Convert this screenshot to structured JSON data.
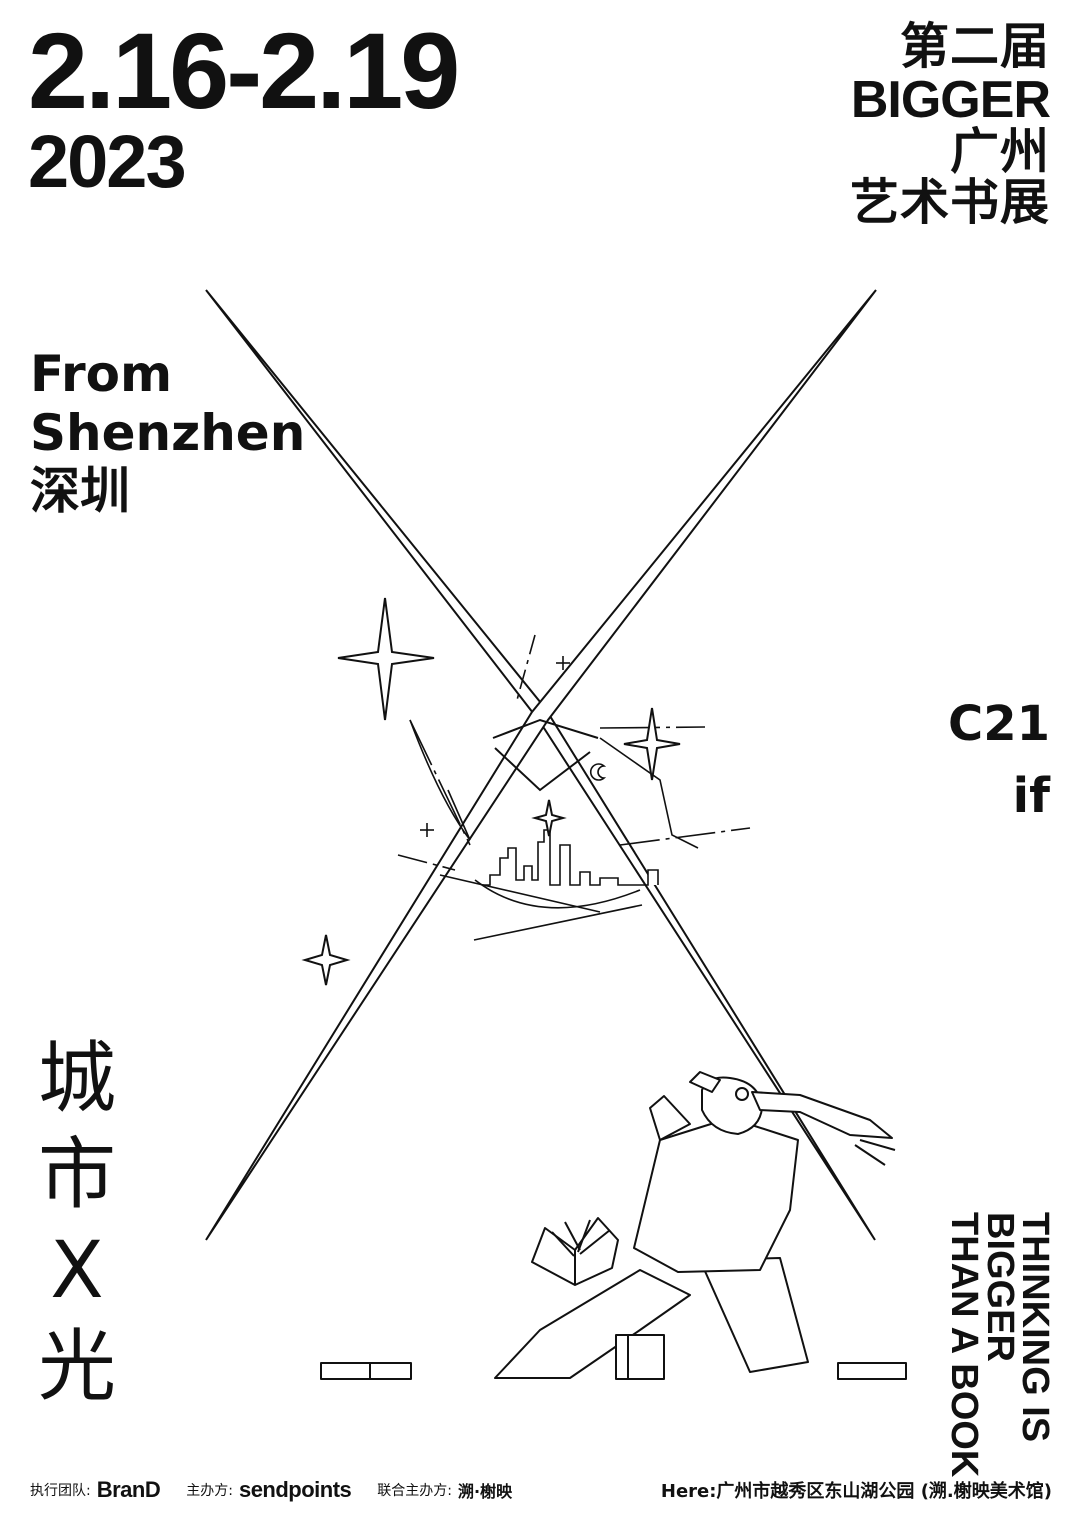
{
  "dates": {
    "line1": "2.16-2.19",
    "line2": "2023"
  },
  "title": {
    "line1": "第二届",
    "line2": "BIGGER",
    "line3": "广州",
    "line4": "艺术书展"
  },
  "from": {
    "line1": "From",
    "line2": "Shenzhen",
    "line3": "深圳"
  },
  "booth": {
    "code": "C21",
    "name": "if"
  },
  "vertical_title": [
    "城",
    "市",
    "X",
    "光"
  ],
  "slogan": {
    "line1": "THINKING IS",
    "line2": "BIGGER",
    "line3": "THAN A BOOK"
  },
  "footer": {
    "executive_label": "执行团队:",
    "executive_logo": "BranD",
    "organizer_label": "主办方:",
    "organizer_logo": "sendpoints",
    "co_organizer_label": "联合主办方:",
    "co_organizer_logo": "溯·榭映",
    "address": "Here:广州市越秀区东山湖公园 (溯.榭映美术馆)"
  }
}
